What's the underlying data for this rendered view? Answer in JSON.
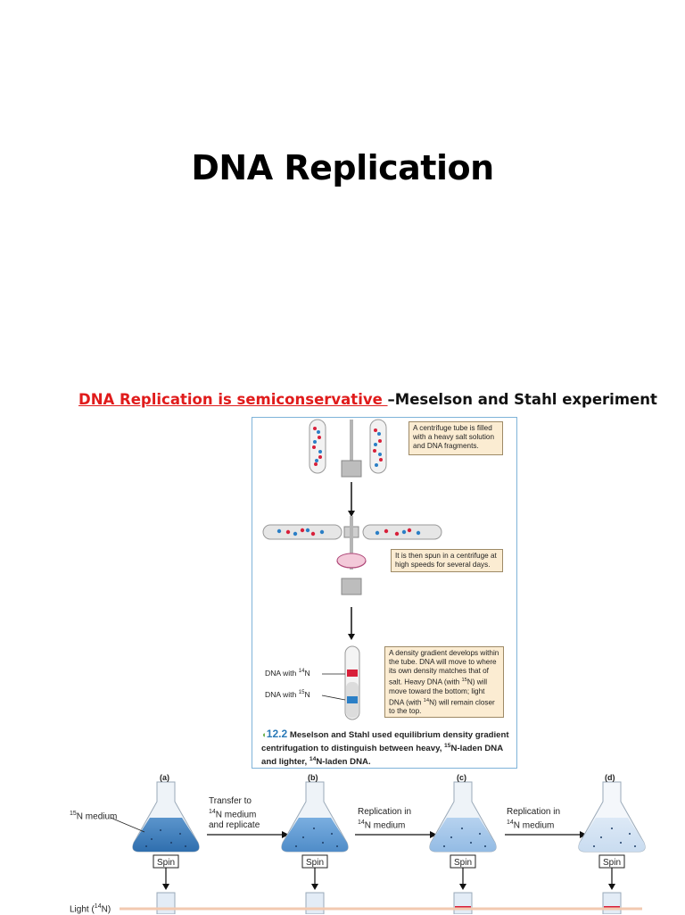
{
  "slide": {
    "title": "DNA Replication",
    "subtitle_red": "DNA Replication is semiconservative ",
    "subtitle_black": "–Meselson and Stahl experiment"
  },
  "figure": {
    "callout1": "A centrifuge tube is filled with a heavy salt solution and DNA fragments.",
    "callout2": "It is then spun in a centrifuge at high speeds for several days.",
    "callout3_a": "A density gradient develops within the tube. DNA will move to where its own density matches that of salt. Heavy DNA (with ",
    "callout3_b": "15",
    "callout3_c": "N) will move toward the bottom; light DNA (with ",
    "callout3_d": "14",
    "callout3_e": "N) will remain closer to the top.",
    "label_n14_prefix": "DNA with ",
    "label_n14_sup": "14",
    "label_n14_suffix": "N",
    "label_n15_prefix": "DNA with ",
    "label_n15_sup": "15",
    "label_n15_suffix": "N",
    "caption_num": "12.2",
    "caption_text_a": " Meselson and Stahl used equilibrium density gradient centrifugation to distinguish between heavy, ",
    "caption_sup1": "15",
    "caption_text_b": "N-laden DNA and lighter, ",
    "caption_sup2": "14",
    "caption_text_c": "N-laden DNA."
  },
  "experiment": {
    "letters": [
      "(a)",
      "(b)",
      "(c)",
      "(d)"
    ],
    "medium_label_sup": "15",
    "medium_label_suffix": "N medium",
    "transfer_line1": "Transfer to",
    "transfer_sup": "14",
    "transfer_line2_suffix": "N medium",
    "transfer_line3": "and replicate",
    "repl1_line1": "Replication in",
    "repl1_sup": "14",
    "repl1_suffix": "N medium",
    "repl2_line1": "Replication in",
    "repl2_sup": "14",
    "repl2_suffix": "N medium",
    "spin_label": "Spin",
    "light_prefix": "Light (",
    "light_sup": "14",
    "light_suffix": "N)"
  },
  "colors": {
    "accent_red": "#e01b1b",
    "figure_border": "#7fb3d9",
    "callout_bg": "#fbecd2",
    "n14_band": "#d8203a",
    "n15_band": "#2b7fc6",
    "light_line": "#f2c9b0"
  }
}
